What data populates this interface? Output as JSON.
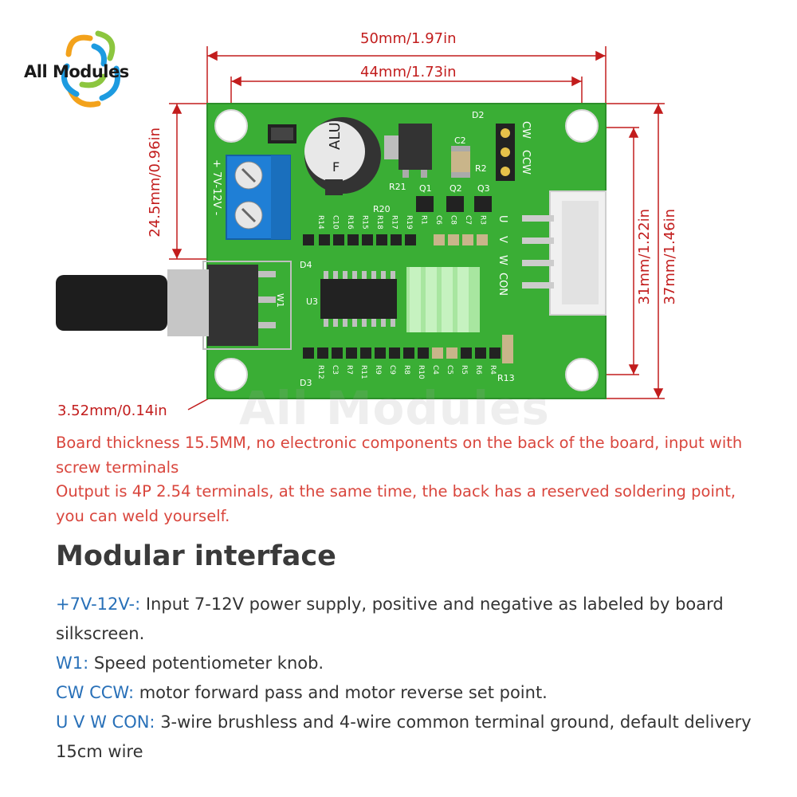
{
  "brand": {
    "logo_text": "All Modules",
    "watermark_text": "All Modules"
  },
  "dimensions": {
    "width_outer": "50mm/1.97in",
    "width_holes": "44mm/1.73in",
    "height_left": "24.5mm/0.96in",
    "height_inner": "31mm/1.22in",
    "height_outer": "37mm/1.46in",
    "offset_bottom": "3.52mm/0.14in"
  },
  "board": {
    "silk": {
      "cw": "CW",
      "ccw": "CCW",
      "power": "+ 7V-12V -",
      "alu": "ALU",
      "f": "F",
      "u": "U",
      "v": "V",
      "w": "W",
      "con": "CON",
      "w1": "W1",
      "u3": "U3",
      "d2": "D2",
      "d3": "D3",
      "d4": "D4",
      "q1": "Q1",
      "q2": "Q2",
      "q3": "Q3",
      "r21": "R21",
      "r20": "R20",
      "r13": "R13",
      "c2": "C2",
      "r2": "R2"
    },
    "top_row_labels": [
      "R14",
      "C10",
      "R16",
      "R15",
      "R18",
      "R17",
      "R19",
      "R1",
      "C6",
      "C8",
      "C7",
      "R3"
    ],
    "bottom_row_labels": [
      "R12",
      "C3",
      "R7",
      "R11",
      "R9",
      "C9",
      "R8",
      "R10",
      "C4",
      "C5",
      "R5",
      "R6",
      "R4"
    ]
  },
  "notes": [
    "Board thickness 15.5MM, no electronic components on the back of the board, input with screw terminals",
    "Output is 4P 2.54 terminals, at the same time, the back has a reserved soldering point, you can weld yourself."
  ],
  "section_title": "Modular interface",
  "interface": [
    {
      "key": "+7V-12V-:",
      "text": " Input 7-12V power supply, positive and negative as labeled by board silkscreen."
    },
    {
      "key": "W1:",
      "text": " Speed potentiometer knob."
    },
    {
      "key": "CW CCW:",
      "text": " motor forward pass and motor reverse set point."
    },
    {
      "key": "U V W CON:",
      "text": " 3-wire brushless and 4-wire common terminal ground, default delivery 15cm wire"
    }
  ],
  "colors": {
    "dim_red": "#c21d1d",
    "note_red": "#d9463d",
    "key_blue": "#2870b8",
    "pcb_green": "#3aae35"
  }
}
